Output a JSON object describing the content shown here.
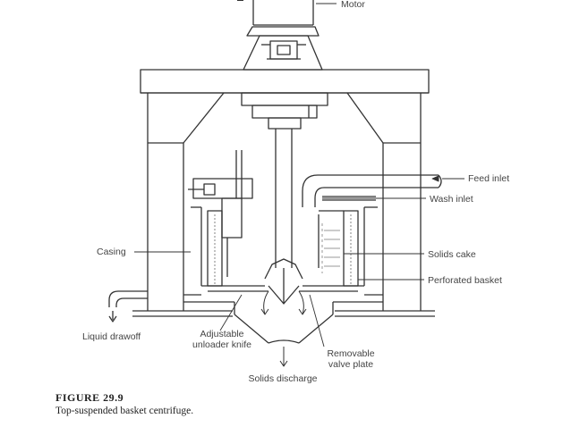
{
  "labels": {
    "motor": "Motor",
    "feed_inlet": "Feed inlet",
    "wash_inlet": "Wash inlet",
    "casing": "Casing",
    "solids_cake": "Solids cake",
    "perforated_basket": "Perforated basket",
    "liquid_drawoff": "Liquid drawoff",
    "unloader_line1": "Adjustable",
    "unloader_line2": "unloader knife",
    "valve_line1": "Removable",
    "valve_line2": "valve plate",
    "solids_discharge": "Solids discharge"
  },
  "figure": {
    "number": "FIGURE 29.9",
    "caption": "Top-suspended basket centrifuge."
  }
}
